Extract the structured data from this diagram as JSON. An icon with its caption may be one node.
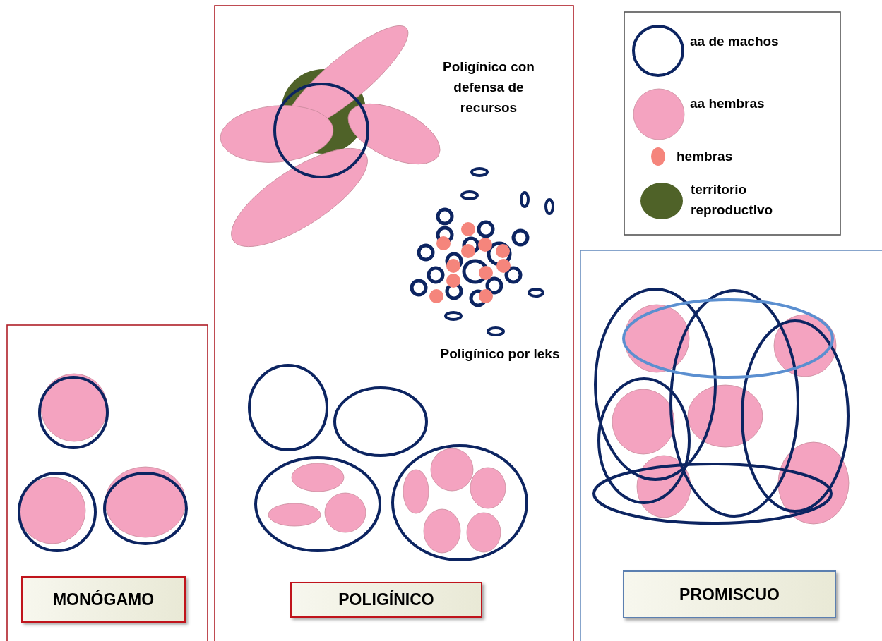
{
  "diagram": {
    "nodes": [
      {
        "text": [
          "MONÓGAMO"
        ]
      },
      {
        "text": [
          "POLIGÍNICO"
        ]
      },
      {
        "text": [
          "PROMISCUO"
        ]
      }
    ],
    "labels": [
      "Poligínico con defensa de recursos",
      "Poligínico por leks"
    ],
    "legend": [
      {
        "text": "aa de machos"
      },
      {
        "text": "aa hembras",
        "color": "#f4a3c0"
      },
      {
        "text": "hembras",
        "color": "#f5857c"
      },
      {
        "text": "territorio reproductivo",
        "color": "#4f6228"
      }
    ]
  }
}
